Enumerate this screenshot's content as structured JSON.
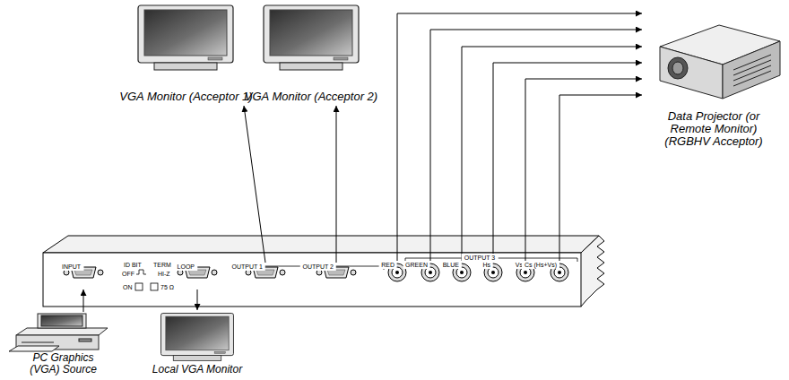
{
  "diagram": {
    "nodes": [
      {
        "text": [
          "OUTPUT 3"
        ]
      },
      {
        "text": [
          "INPUT"
        ],
        "in": 0
      },
      {
        "text": [
          "LOOP"
        ],
        "in": 0
      },
      {
        "text": [
          "OUTPUT 1"
        ],
        "in": 0
      },
      {
        "text": [
          "OUTPUT 2"
        ],
        "in": 0
      },
      {
        "text": [
          "RED"
        ],
        "in": 0
      },
      {
        "text": [
          "GREEN"
        ],
        "in": 0
      },
      {
        "text": [
          "BLUE"
        ],
        "in": 0
      },
      {
        "text": [
          "Hs"
        ],
        "in": 0
      },
      {
        "text": [
          "Vs"
        ],
        "in": 0
      },
      {
        "text": [
          "Cs (Hs+Vs)"
        ],
        "in": 0
      },
      {
        "text": [
          "VGA Monitor (Acceptor 1)"
        ]
      },
      {
        "text": [
          "VGA Monitor (Acceptor 2)"
        ]
      },
      {
        "text": [
          "Data Projector (or Remote Monitor) (RGBHV Acceptor)"
        ]
      },
      {
        "text": [
          "PC Graphics (VGA) Source"
        ]
      },
      {
        "text": [
          "Local VGA Monitor"
        ]
      }
    ],
    "edges": [
      {
        "from": 14,
        "to": 1,
        "arrow": "to"
      },
      {
        "from": 2,
        "to": 15,
        "arrow": "to"
      },
      {
        "from": 3,
        "to": 11,
        "arrow": "to"
      },
      {
        "from": 4,
        "to": 12,
        "arrow": "to"
      },
      {
        "from": 5,
        "to": 13,
        "arrow": "to"
      },
      {
        "from": 6,
        "to": 13,
        "arrow": "to"
      },
      {
        "from": 7,
        "to": 13,
        "arrow": "to"
      },
      {
        "from": 8,
        "to": 13,
        "arrow": "to"
      },
      {
        "from": 9,
        "to": 13,
        "arrow": "to"
      },
      {
        "from": 10,
        "to": 13,
        "arrow": "to"
      }
    ],
    "labels": [
      "ID BIT",
      "OFF",
      "ON",
      "TERM",
      "HI-Z",
      "75 Ω"
    ]
  }
}
